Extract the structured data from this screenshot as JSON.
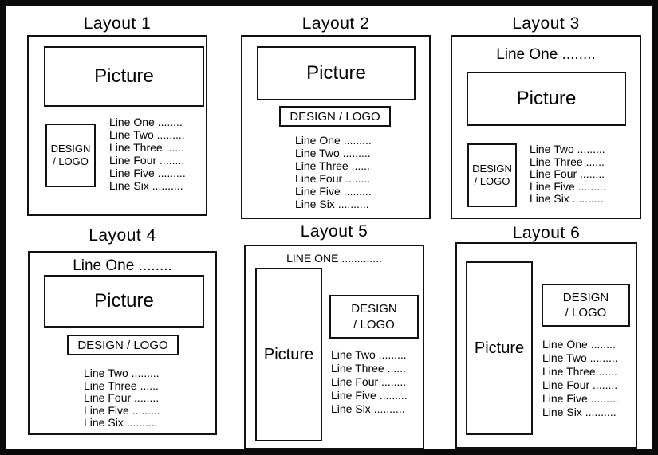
{
  "layouts": [
    {
      "title": "Layout 1",
      "picture": "Picture",
      "logo": [
        "DESIGN",
        "/ LOGO"
      ],
      "lines": [
        "Line One ........",
        "Line Two .........",
        "Line Three ......",
        "Line Four ........",
        "Line Five .........",
        "Line Six .........."
      ]
    },
    {
      "title": "Layout 2",
      "picture": "Picture",
      "logo": [
        "DESIGN / LOGO"
      ],
      "lines": [
        "Line One .........",
        "Line Two .........",
        "Line Three ......",
        "Line Four ........",
        "Line Five .........",
        "Line Six .........."
      ]
    },
    {
      "title": "Layout 3",
      "heading": "Line One ........",
      "picture": "Picture",
      "logo": [
        "DESIGN",
        "/ LOGO"
      ],
      "lines": [
        "Line Two .........",
        "Line Three ......",
        "Line Four ........",
        "Line Five .........",
        "Line Six .........."
      ]
    },
    {
      "title": "Layout 4",
      "heading": "Line One ........",
      "picture": "Picture",
      "logo": [
        "DESIGN / LOGO"
      ],
      "lines": [
        "Line Two .........",
        "Line Three ......",
        "Line Four ........",
        "Line Five .........",
        "Line Six .........."
      ]
    },
    {
      "title": "Layout 5",
      "heading": "LINE ONE .............",
      "picture": "Picture",
      "logo": [
        "DESIGN",
        "/ LOGO"
      ],
      "lines": [
        "Line Two .........",
        "Line Three ......",
        "Line Four ........",
        "Line Five .........",
        "Line Six .........."
      ]
    },
    {
      "title": "Layout 6",
      "picture": "Picture",
      "logo": [
        "DESIGN",
        "/ LOGO"
      ],
      "lines": [
        "Line One ........",
        "Line Two .........",
        "Line Three ......",
        "Line Four ........",
        "Line Five .........",
        "Line Six .........."
      ]
    }
  ]
}
